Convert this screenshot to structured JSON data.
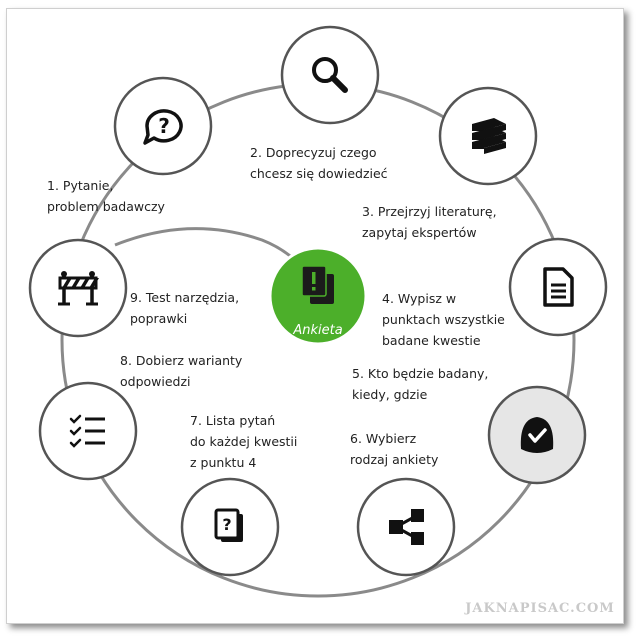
{
  "center": {
    "label": "Ankieta",
    "color": "#4caf2a"
  },
  "steps": [
    {
      "label_lines": [
        "1. Pytanie,",
        "problem badawczy"
      ],
      "icon": "question-bubble-icon"
    },
    {
      "label_lines": [
        "2. Doprecyzuj czego",
        "chcesz się dowiedzieć"
      ],
      "icon": "magnifier-icon"
    },
    {
      "label_lines": [
        "3. Przejrzyj literaturę,",
        "zapytaj ekspertów"
      ],
      "icon": "books-icon"
    },
    {
      "label_lines": [
        "4. Wypisz w",
        "punktach wszystkie",
        "badane kwestie"
      ],
      "icon": "document-icon"
    },
    {
      "label_lines": [
        "5. Kto będzie badany,",
        "kiedy, gdzie"
      ],
      "icon": "person-check-icon"
    },
    {
      "label_lines": [
        "6. Wybierz",
        "rodzaj ankiety"
      ],
      "icon": "share-nodes-icon"
    },
    {
      "label_lines": [
        "7. Lista pytań",
        "do każdej kwestii",
        "z punktu 4"
      ],
      "icon": "question-cards-icon"
    },
    {
      "label_lines": [
        "8. Dobierz warianty",
        "odpowiedzi"
      ],
      "icon": "checklist-icon"
    },
    {
      "label_lines": [
        "9. Test narzędzia,",
        "poprawki"
      ],
      "icon": "road-barrier-icon"
    }
  ],
  "watermark": "JAKNAPISAC.COM"
}
